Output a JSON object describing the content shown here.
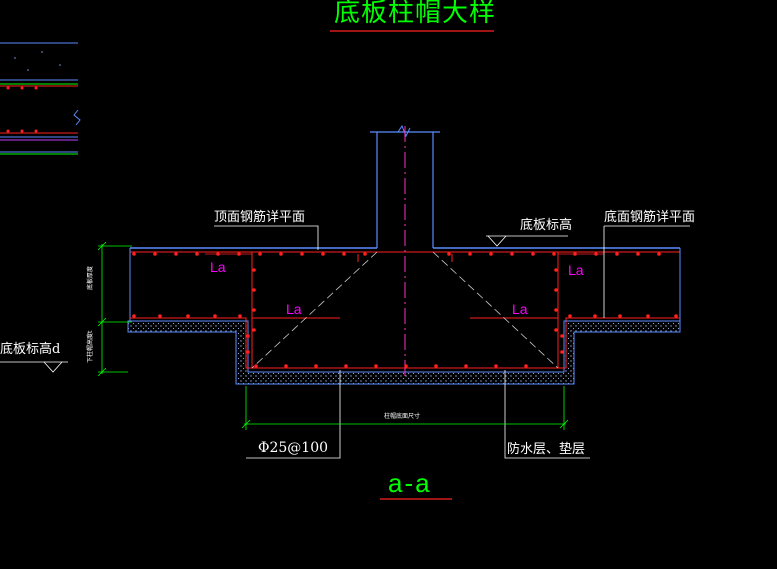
{
  "diagram": {
    "title": "底板柱帽大样",
    "section_label": "a-a",
    "labels": {
      "top_rebar_plane": "顶面钢筋详平面",
      "slab_elevation": "底板标高",
      "bottom_rebar_plane": "底面钢筋详平面",
      "slab_elevation_left": "底板标高d",
      "rebar_spec": "Φ25@100",
      "waterproof_layer": "防水层、垫层",
      "capital_width": "柱帽底面尺寸",
      "slab_thickness": "底板厚度",
      "capital_depth": "下柱帽高度t",
      "la_marks": [
        "La",
        "La",
        "La",
        "La"
      ]
    },
    "colors": {
      "background": "#000000",
      "outline": "#5a8cff",
      "rebar": "#ff2020",
      "dim": "#00ff00",
      "text": "#ffffff",
      "title": "#00ff00",
      "la": "#ff00ff",
      "centerline": "#ff2fbf"
    }
  }
}
